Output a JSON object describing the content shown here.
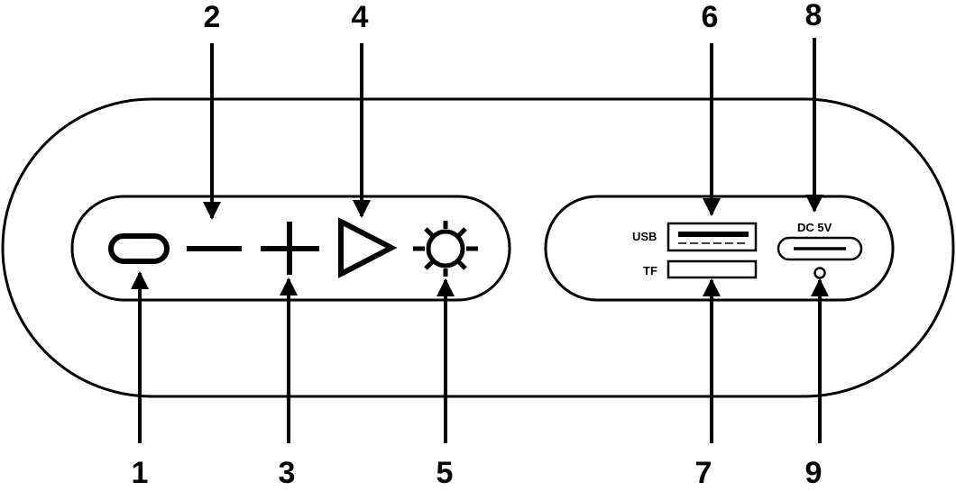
{
  "callouts": {
    "n1": "1",
    "n2": "2",
    "n3": "3",
    "n4": "4",
    "n5": "5",
    "n6": "6",
    "n7": "7",
    "n8": "8",
    "n9": "9"
  },
  "ports": {
    "usb_label": "USB",
    "tf_label": "TF",
    "dc_label": "DC 5V"
  },
  "icons": {
    "power": "power-button-icon",
    "volume_down": "minus-icon",
    "volume_up": "plus-icon",
    "play": "play-icon",
    "light": "sun-icon",
    "usb_port": "usb-port-icon",
    "tf_slot": "tf-card-slot-icon",
    "dc_port": "usb-c-port-icon",
    "indicator": "indicator-light-icon"
  },
  "colors": {
    "stroke": "#000000",
    "background": "#ffffff"
  }
}
